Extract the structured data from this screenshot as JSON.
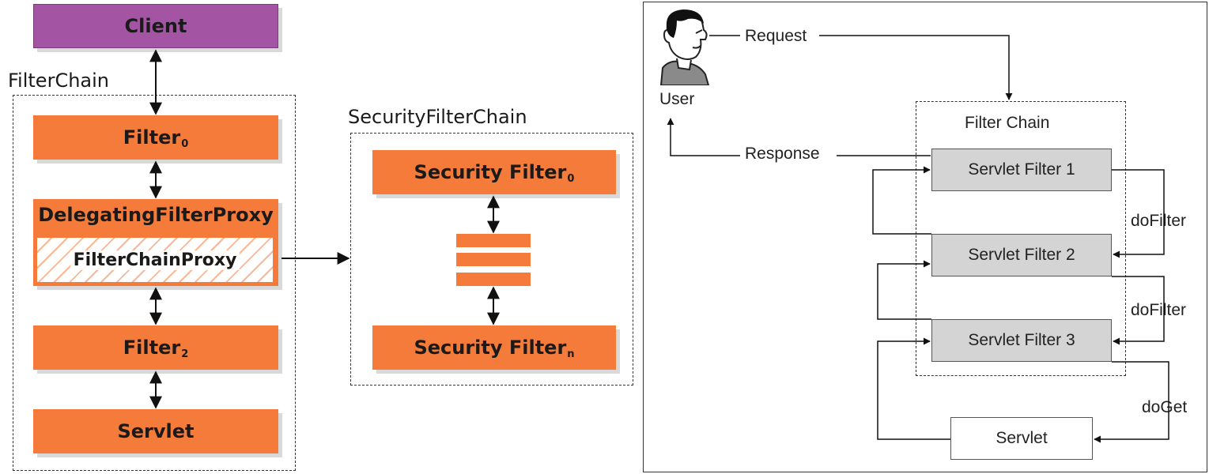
{
  "left": {
    "client": "Client",
    "filter_chain_label": "FilterChain",
    "filter0": {
      "text": "Filter",
      "sub": "0"
    },
    "delegating": "DelegatingFilterProxy",
    "filter_chain_proxy": "FilterChainProxy",
    "filter2": {
      "text": "Filter",
      "sub": "2"
    },
    "servlet": "Servlet"
  },
  "middle": {
    "security_filter_chain_label": "SecurityFilterChain",
    "security_filter0": {
      "text": "Security Filter",
      "sub": "0"
    },
    "security_filtern": {
      "text": "Security Filter",
      "sub": "n"
    }
  },
  "right": {
    "user": "User",
    "request": "Request",
    "response": "Response",
    "filter_chain": "Filter Chain",
    "servlet_filter1": "Servlet Filter 1",
    "servlet_filter2": "Servlet Filter 2",
    "servlet_filter3": "Servlet Filter 3",
    "do_filter_1": "doFilter",
    "do_filter_2": "doFilter",
    "do_get": "doGet",
    "servlet": "Servlet"
  },
  "colors": {
    "orange": "#f47b3a",
    "purple": "#a355a3",
    "gray": "#d4d4d4"
  }
}
